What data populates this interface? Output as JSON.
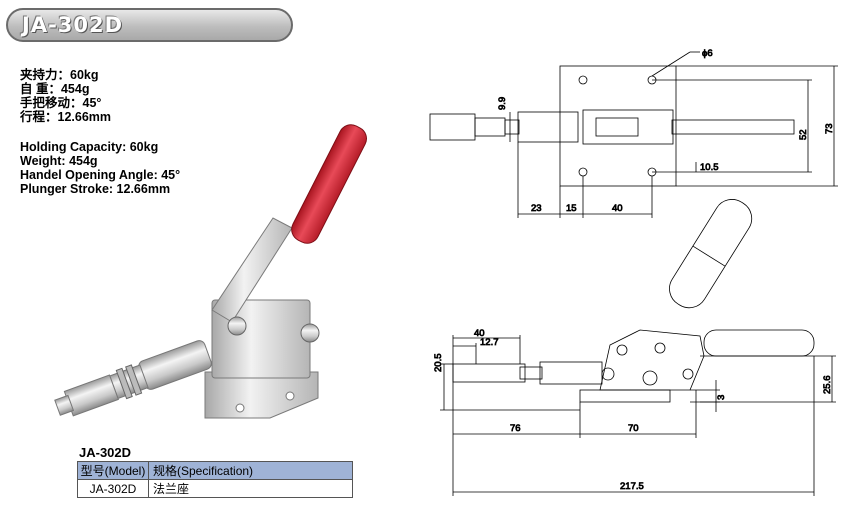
{
  "header": {
    "title": "JA-302D"
  },
  "specs_cn": [
    "夹持力：60kg",
    "自 重：454g",
    "手把移动：45°",
    "行程：12.66mm"
  ],
  "specs_en": [
    "Holding Capacity: 60kg",
    "Weight: 454g",
    "Handel Opening Angle: 45°",
    "Plunger Stroke: 12.66mm"
  ],
  "model_label": "JA-302D",
  "table": {
    "headers": [
      "型号(Model)",
      "规格(Specification)"
    ],
    "rows": [
      [
        "JA-302D",
        "法兰座"
      ]
    ]
  },
  "top_view_dims": {
    "hole_dia": "ϕ6",
    "d_9_9": "9.9",
    "d_23": "23",
    "d_15": "15",
    "d_40": "40",
    "d_10_5": "10.5",
    "d_52": "52",
    "d_73": "73"
  },
  "side_view_dims": {
    "d_40": "40",
    "d_12_7": "12.7",
    "d_20_5": "20.5",
    "d_76": "76",
    "d_70": "70",
    "d_3": "3",
    "d_25_6": "25.6",
    "d_217_5": "217.5"
  },
  "colors": {
    "handle_grip": "#d42a3a",
    "chrome_light": "#eeeeee",
    "chrome_dark": "#9a9a9a",
    "table_header_bg": "#9fb3d6"
  }
}
